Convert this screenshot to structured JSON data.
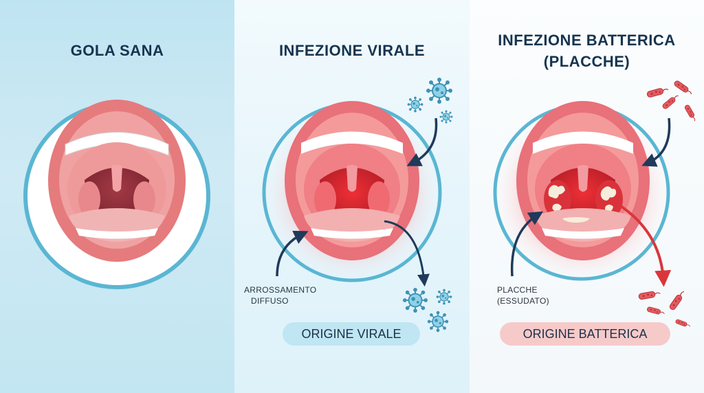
{
  "panels": [
    {
      "title_lines": [
        "GOLA SANA"
      ]
    },
    {
      "title_lines": [
        "INFEZIONE VIRALE"
      ],
      "annotation_lines": [
        "ARROSSAMENTO",
        "DIFFUSO"
      ],
      "badge": "ORIGINE VIRALE"
    },
    {
      "title_lines": [
        "INFEZIONE BATTERICA",
        "(PLACCHE)"
      ],
      "annotation_lines": [
        "PLACCHE",
        "(ESSUDATO)"
      ],
      "badge": "ORIGINE BATTERICA"
    }
  ],
  "colors": {
    "circle_ring": "#5ab6d3",
    "lips": "#e57b7d",
    "inflamed_red": "#e8383c",
    "virus": "#5aa9c9",
    "bacteria": "#d9454c",
    "plaque": "#f5eedc",
    "arrow_dark": "#1f3a5a",
    "title_text": "#16344f",
    "badge_viral": "#bfe6f2",
    "badge_bacterial": "#f7caca"
  },
  "icons": [
    "open-mouth-icon",
    "virus-icon",
    "bacteria-icon",
    "arrow-icon"
  ]
}
